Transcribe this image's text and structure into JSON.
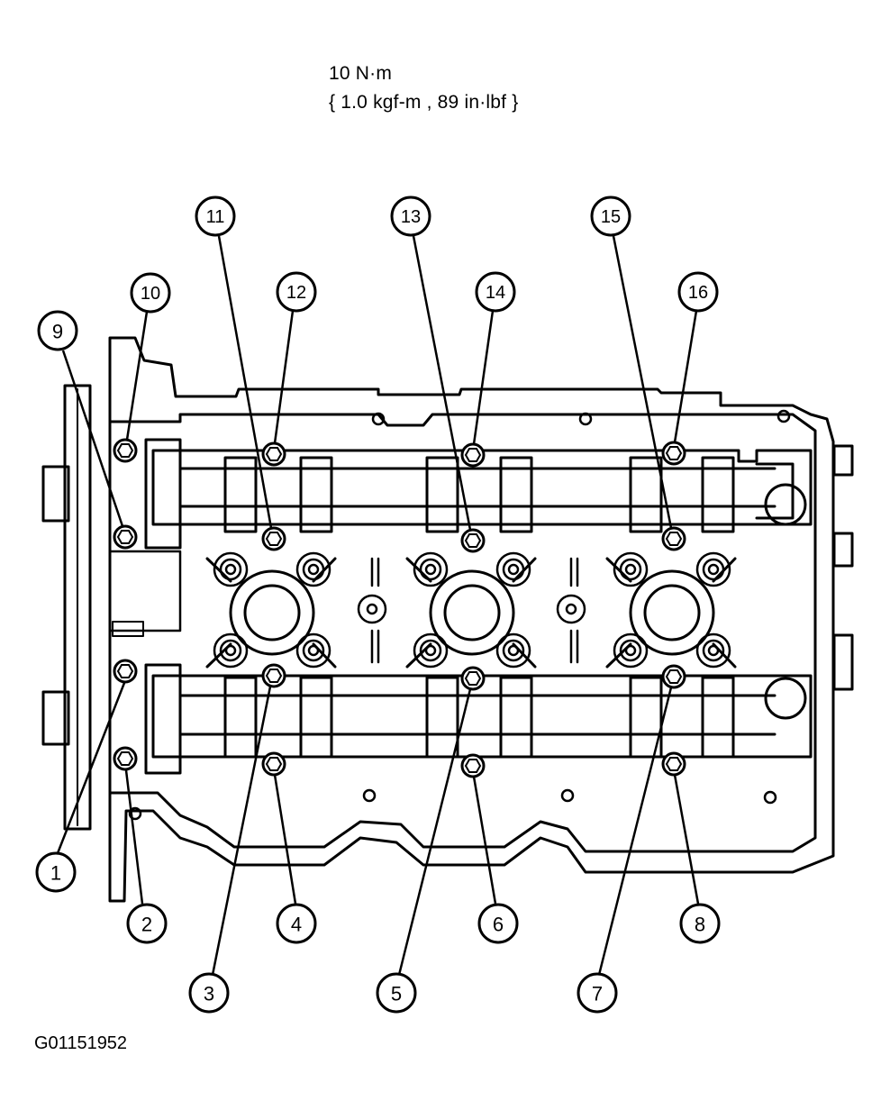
{
  "torque": {
    "line1": "10 N·m",
    "line2": "{ 1.0 kgf-m , 89 in·lbf }"
  },
  "figure_code": "G01151952",
  "callouts": [
    "1",
    "2",
    "3",
    "4",
    "5",
    "6",
    "7",
    "8",
    "9",
    "10",
    "11",
    "12",
    "13",
    "14",
    "15",
    "16"
  ]
}
